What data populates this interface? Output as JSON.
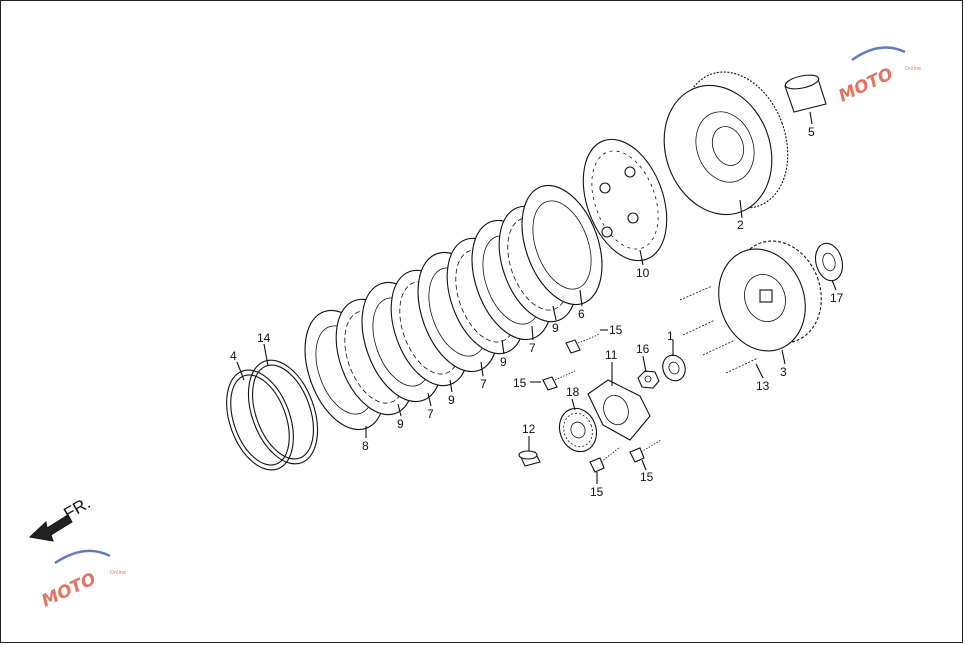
{
  "diagram": {
    "direction_label": "FR.",
    "watermark": {
      "text": "MOTO",
      "tagline": "Online"
    },
    "callouts": [
      {
        "id": "c1",
        "label": "1"
      },
      {
        "id": "c2",
        "label": "2"
      },
      {
        "id": "c3",
        "label": "3"
      },
      {
        "id": "c4",
        "label": "4"
      },
      {
        "id": "c5",
        "label": "5"
      },
      {
        "id": "c6",
        "label": "6"
      },
      {
        "id": "c7a",
        "label": "7"
      },
      {
        "id": "c7b",
        "label": "7"
      },
      {
        "id": "c7c",
        "label": "7"
      },
      {
        "id": "c8",
        "label": "8"
      },
      {
        "id": "c9a",
        "label": "9"
      },
      {
        "id": "c9b",
        "label": "9"
      },
      {
        "id": "c9c",
        "label": "9"
      },
      {
        "id": "c9d",
        "label": "9"
      },
      {
        "id": "c10",
        "label": "10"
      },
      {
        "id": "c11",
        "label": "11"
      },
      {
        "id": "c12",
        "label": "12"
      },
      {
        "id": "c13",
        "label": "13"
      },
      {
        "id": "c14",
        "label": "14"
      },
      {
        "id": "c15a",
        "label": "15"
      },
      {
        "id": "c15b",
        "label": "15"
      },
      {
        "id": "c15c",
        "label": "15"
      },
      {
        "id": "c15d",
        "label": "15"
      },
      {
        "id": "c16",
        "label": "16"
      },
      {
        "id": "c17",
        "label": "17"
      },
      {
        "id": "c18",
        "label": "18"
      }
    ]
  }
}
